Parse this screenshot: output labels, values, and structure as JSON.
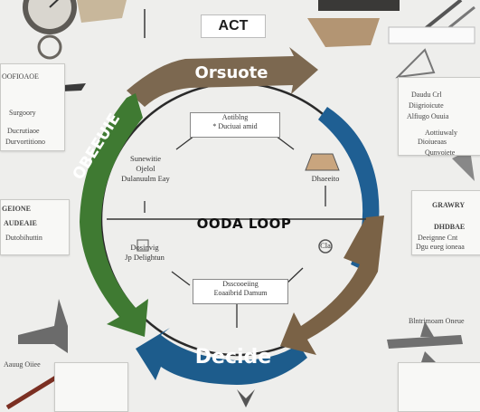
{
  "top_label": "ACT",
  "center_title": "OODA LOOP",
  "phases": {
    "orient": "Orsuote",
    "observe": "OBEEUIE",
    "decide": "Decide"
  },
  "inner_notes": {
    "top_box": "Aotiblng\n* Duciuai amid",
    "left_upper": "Sunewitie\nOjelol\nDulanuulm Eay",
    "left_lower": "Dosinvig\nJp Delightun",
    "right_upper": "Dhaeeito",
    "right_lower": "Cla",
    "bottom_box": "Dsscooeiing\nEoaaibrid Damum"
  },
  "side_notes": {
    "left": [
      "OOFIOAOE",
      "Surgoory",
      "Ducrutiaoe",
      "Durvortitiono",
      "GEIONE",
      "AUDEAIE",
      "Dutobihuttin",
      "Aauug Oiiee"
    ],
    "right": [
      "Daudu Crl",
      "Diigrioicute",
      "Alfiugo Ouuia",
      "Aottiuwaly",
      "Dioiueaas",
      "Qunvoiete",
      "GRAWRY",
      "DHDBAE",
      "Deeignne Cnt",
      "Dgu eueg ioneaa",
      "Blntrimoam Oneue"
    ]
  },
  "colors": {
    "orient": "#7c6850",
    "observe": "#3f7a32",
    "decide": "#1d5c8c",
    "act_blue": "#1f5f93",
    "act_brown": "#7a6246"
  },
  "icons": [
    "compass-icon",
    "airplane-icon",
    "lamp-icon",
    "pen-icon",
    "scissors-icon",
    "house-icon",
    "clip-icon",
    "arrow-cursor-icon"
  ]
}
